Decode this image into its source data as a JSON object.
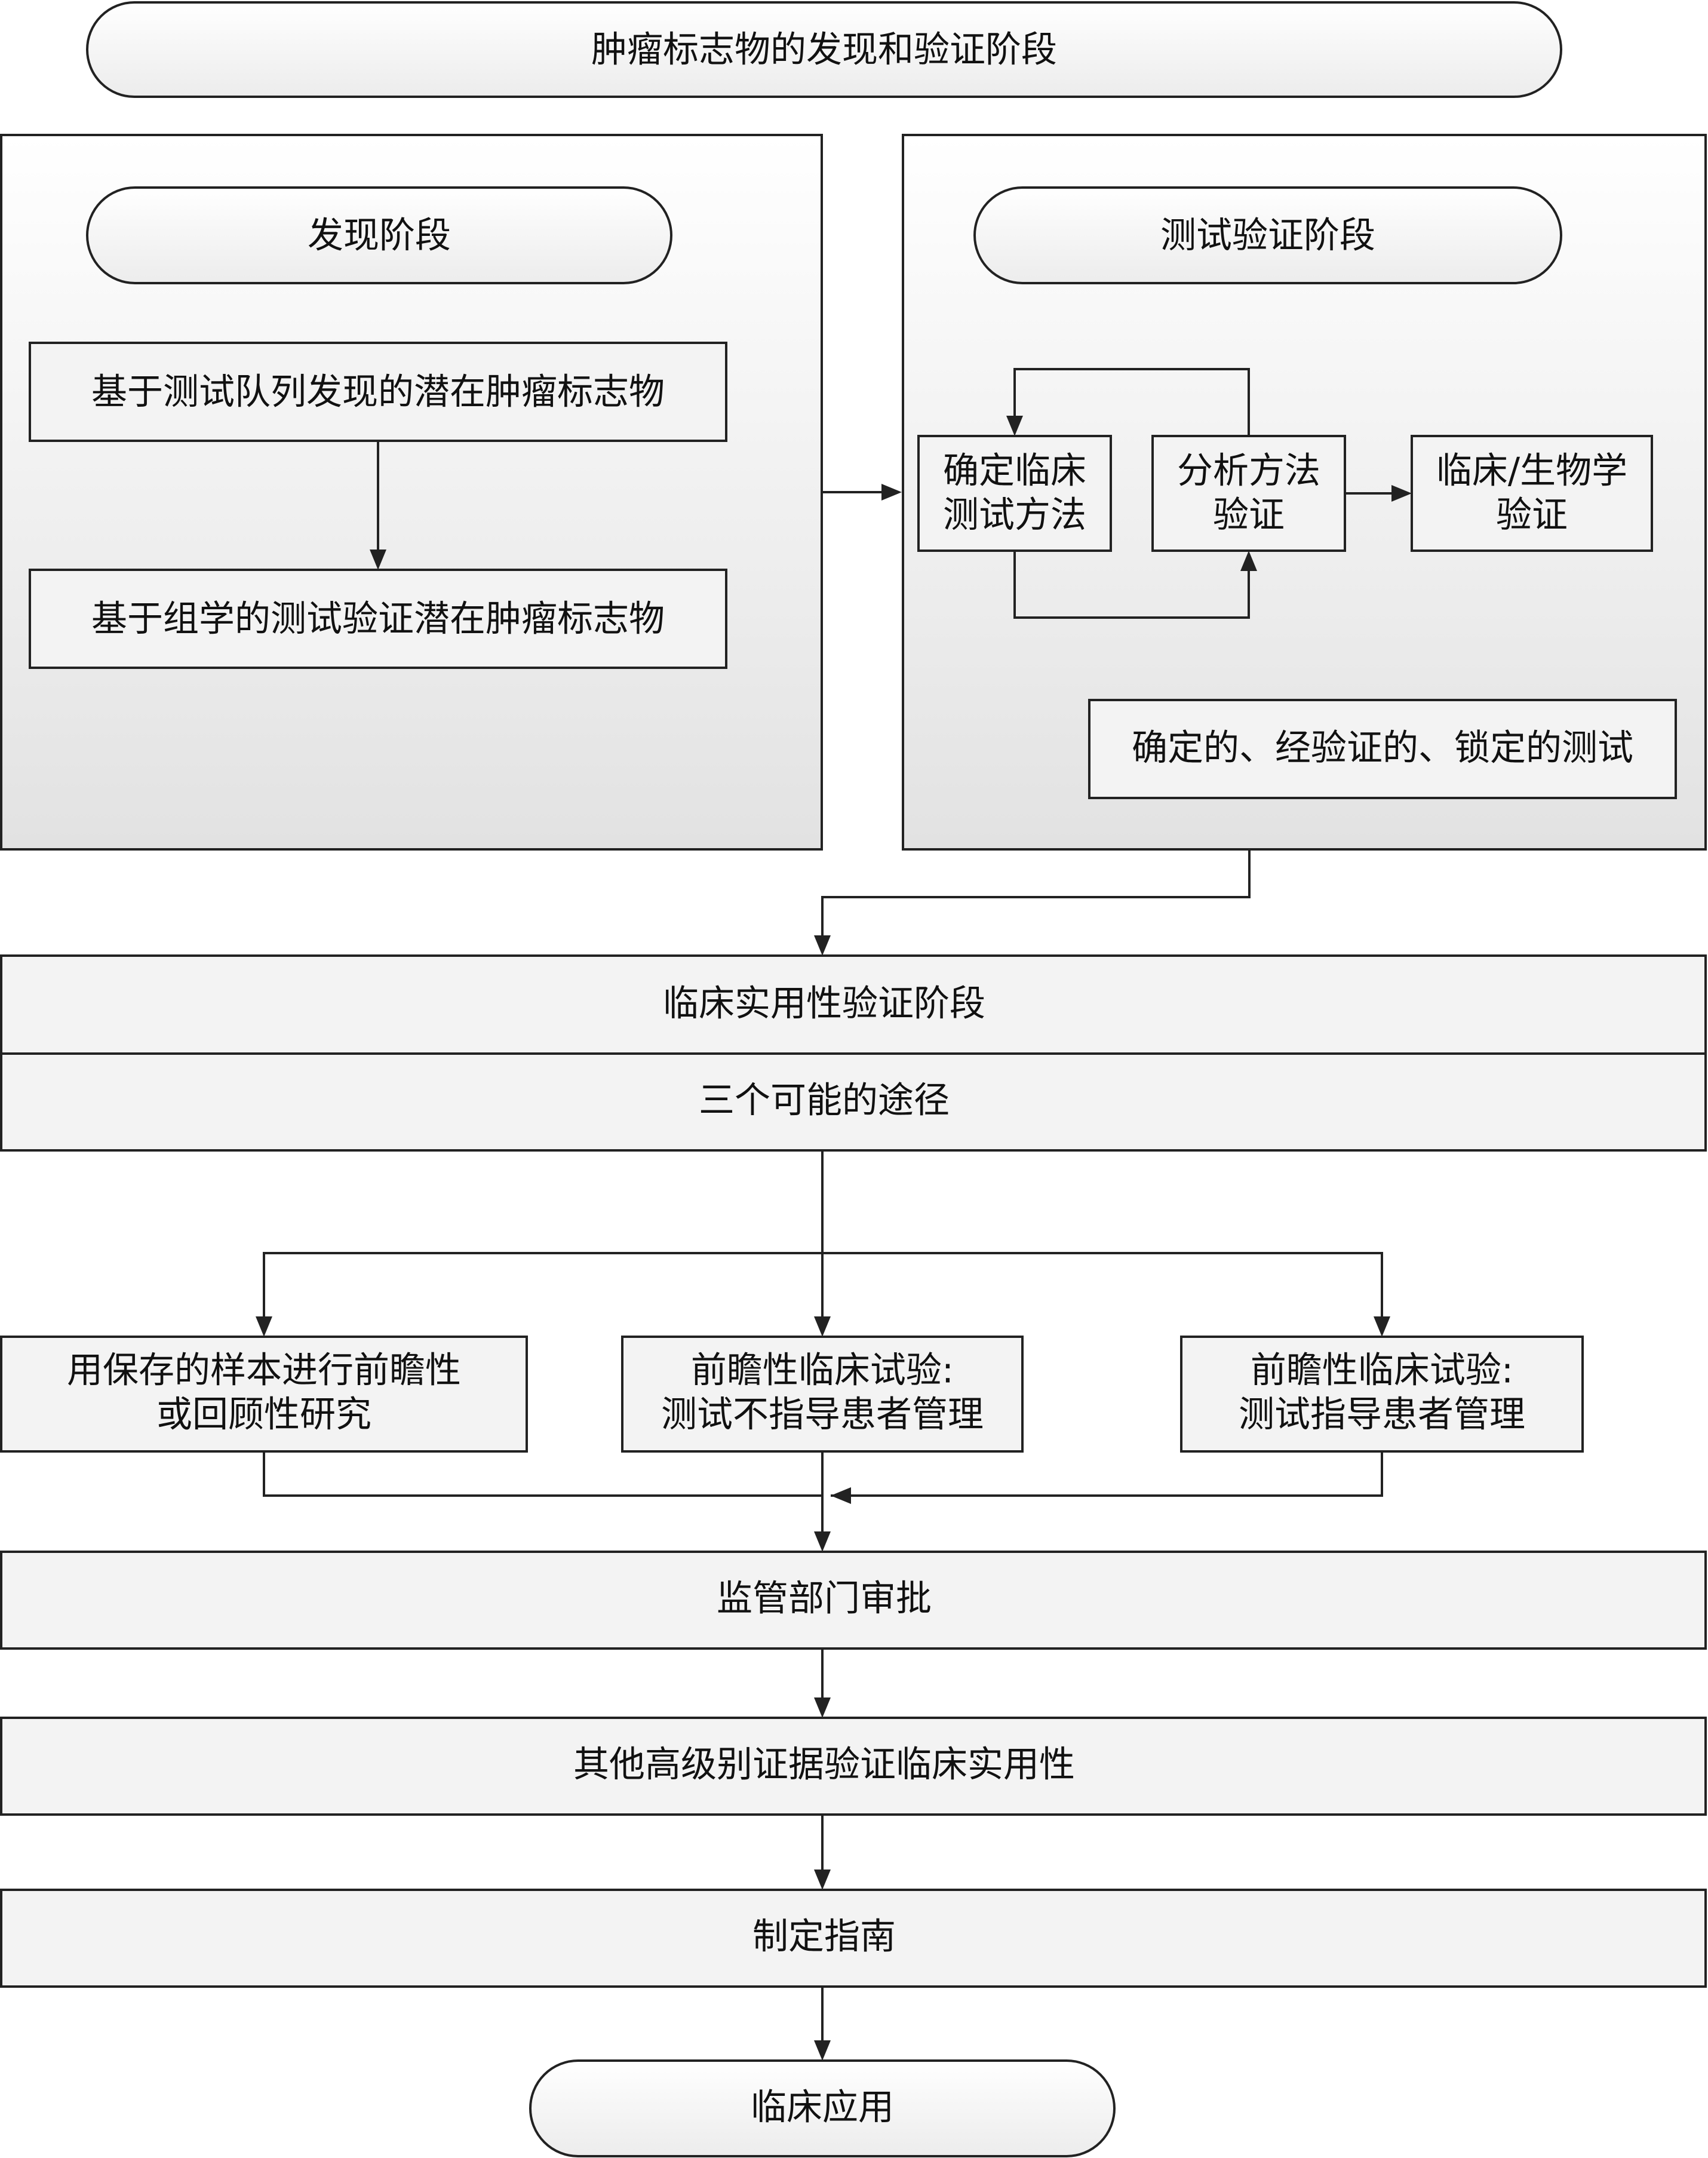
{
  "title": "肿瘤标志物的发现和验证阶段",
  "discovery": {
    "title": "发现阶段",
    "step1": "基于测试队列发现的潜在肿瘤标志物",
    "step2": "基于组学的测试验证潜在肿瘤标志物"
  },
  "validation": {
    "title": "测试验证阶段",
    "determine_method": [
      "确定临床",
      "测试方法"
    ],
    "analytical": [
      "分析方法",
      "验证"
    ],
    "clinical_bio": [
      "临床/生物学",
      "验证"
    ],
    "locked_test": "确定的、经验证的、锁定的测试"
  },
  "utility": {
    "stage": "临床实用性验证阶段",
    "paths_header": "三个可能的途径",
    "path1": [
      "用保存的样本进行前瞻性",
      "或回顾性研究"
    ],
    "path2": [
      "前瞻性临床试验:",
      "测试不指导患者管理"
    ],
    "path3": [
      "前瞻性临床试验:",
      "测试指导患者管理"
    ]
  },
  "flow": {
    "regulatory": "监管部门审批",
    "evidence": "其他高级别证据验证临床实用性",
    "guideline": "制定指南",
    "application": "临床应用"
  },
  "colors": {
    "stroke": "#222222",
    "gradient_top": "#ffffff",
    "gradient_bottom": "#e4e4e4",
    "box_fill": "#f3f3f3"
  }
}
